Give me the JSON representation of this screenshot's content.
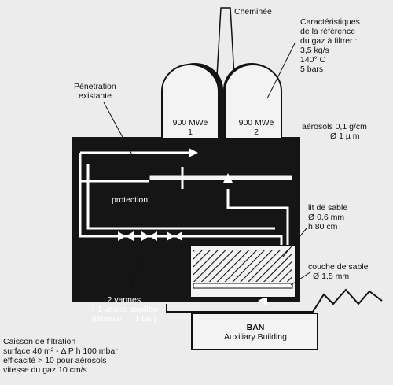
{
  "labels": {
    "chimney": "Cheminée",
    "characteristics": [
      "Caractéristiques",
      "de la référence",
      "du gaz à filtrer :",
      "3,5 kg/s",
      "140° C",
      "5 bars"
    ],
    "aerosols": [
      "aérosols   0,1 g/cm",
      "Ø 1 µ m"
    ],
    "penetration": [
      "Pénetration",
      "existante"
    ],
    "reactor1": [
      "900 MWe",
      "1"
    ],
    "reactor2": [
      "900 MWe",
      "2"
    ],
    "protection": "protection",
    "sand_bed": [
      "lit de sable",
      "Ø 0,6 mm",
      "h 80 cm"
    ],
    "sand_layer": [
      "couche de sable",
      "Ø 1,5 mm"
    ],
    "valves": [
      "2 vannes",
      "+ 1 vanne papillon",
      "(détente → 1 bar)"
    ],
    "filtration_box": [
      "Caisson de filtration",
      "surface 40 m² - Δ P h 100 mbar",
      "efficacité > 10 pour aérosols",
      "vitesse du gaz 10 cm/s"
    ],
    "ban": [
      "BAN",
      "Auxiliary Building"
    ]
  },
  "colors": {
    "background": "#ececec",
    "dark_block": "#151515",
    "ink": "#111111",
    "white_pipe": "#ffffff"
  }
}
